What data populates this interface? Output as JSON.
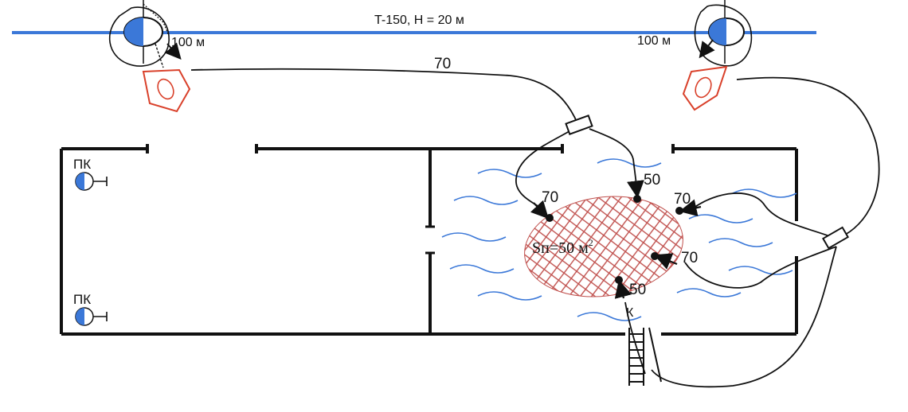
{
  "pipeline": {
    "label": "T-150, H = 20 м",
    "color": "#3b78d8"
  },
  "hydrants": {
    "left_distance": "100 м",
    "right_distance": "100 м",
    "hydrant_color": "#3b78d8"
  },
  "hoses": {
    "main_line_label": "70",
    "branch_labels": [
      "70",
      "50",
      "70",
      "70",
      "50"
    ]
  },
  "fire_area": {
    "label": "Sп=50 м",
    "exponent": "2",
    "color": "#c0504d"
  },
  "internal_hydrants": {
    "top_label": "ПК",
    "bottom_label": "ПК"
  },
  "ladder_label": "К",
  "colors": {
    "wall": "#111111",
    "truck": "#d9402a",
    "wave": "#3b78d8"
  }
}
